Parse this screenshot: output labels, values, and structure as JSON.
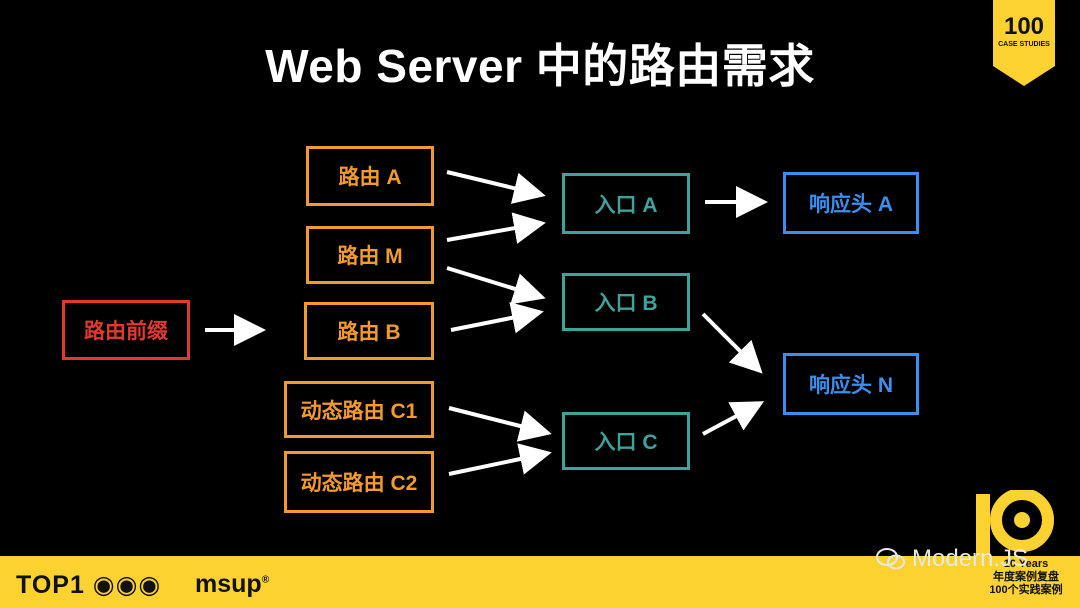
{
  "title": "Web Server 中的路由需求",
  "badge": {
    "number": "100",
    "caption": "CASE STUDIES"
  },
  "nodes": {
    "prefix": "路由前缀",
    "route_a": "路由 A",
    "route_m": "路由 M",
    "route_b": "路由 B",
    "route_c1": "动态路由 C1",
    "route_c2": "动态路由 C2",
    "entry_a": "入口 A",
    "entry_b": "入口 B",
    "entry_c": "入口 C",
    "header_a": "响应头 A",
    "header_n": "响应头 N"
  },
  "footer": {
    "brand_top": "TOP1",
    "brand_msup": "msup",
    "years_label": "10 Years",
    "years_line1": "年度案例复盘",
    "years_line2": "100个实践案例",
    "watermark": "Modern.JS"
  },
  "colors": {
    "route": "#f39a2d",
    "prefix": "#e0392d",
    "entry": "#3ea39a",
    "header": "#3a8ff0",
    "footer_bg": "#fbd22f"
  }
}
